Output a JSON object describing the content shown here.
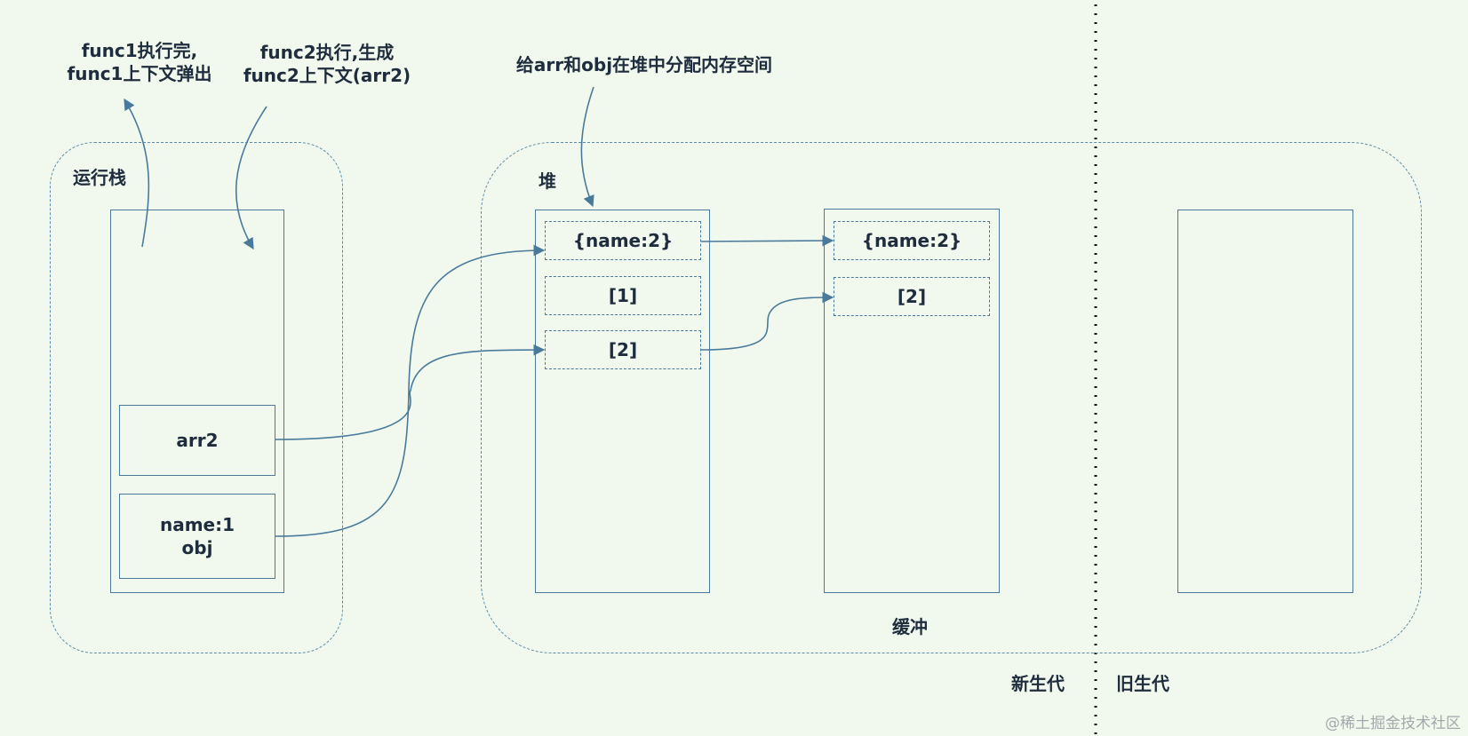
{
  "notes": {
    "func1_line1": "func1执行完,",
    "func1_line2": "func1上下文弹出",
    "func2_line1": "func2执行,生成",
    "func2_line2": "func2上下文(arr2)",
    "heap_alloc": "给arr和obj在堆中分配内存空间"
  },
  "regions": {
    "stack_label": "运行栈",
    "heap_label": "堆",
    "buffer_label": "缓冲",
    "young_gen": "新生代",
    "old_gen": "旧生代"
  },
  "stack": {
    "arr2": "arr2",
    "obj_line1": "name:1",
    "obj_line2": "obj"
  },
  "heap_cells": [
    "{name:2}",
    "[1]",
    "[2]"
  ],
  "buffer_cells": [
    "{name:2}",
    "[2]"
  ],
  "watermark": "@稀土掘金技术社区",
  "colors": {
    "background": "#f1f9ee",
    "stroke": "#4a7a9b",
    "text": "#1e2d3d"
  }
}
